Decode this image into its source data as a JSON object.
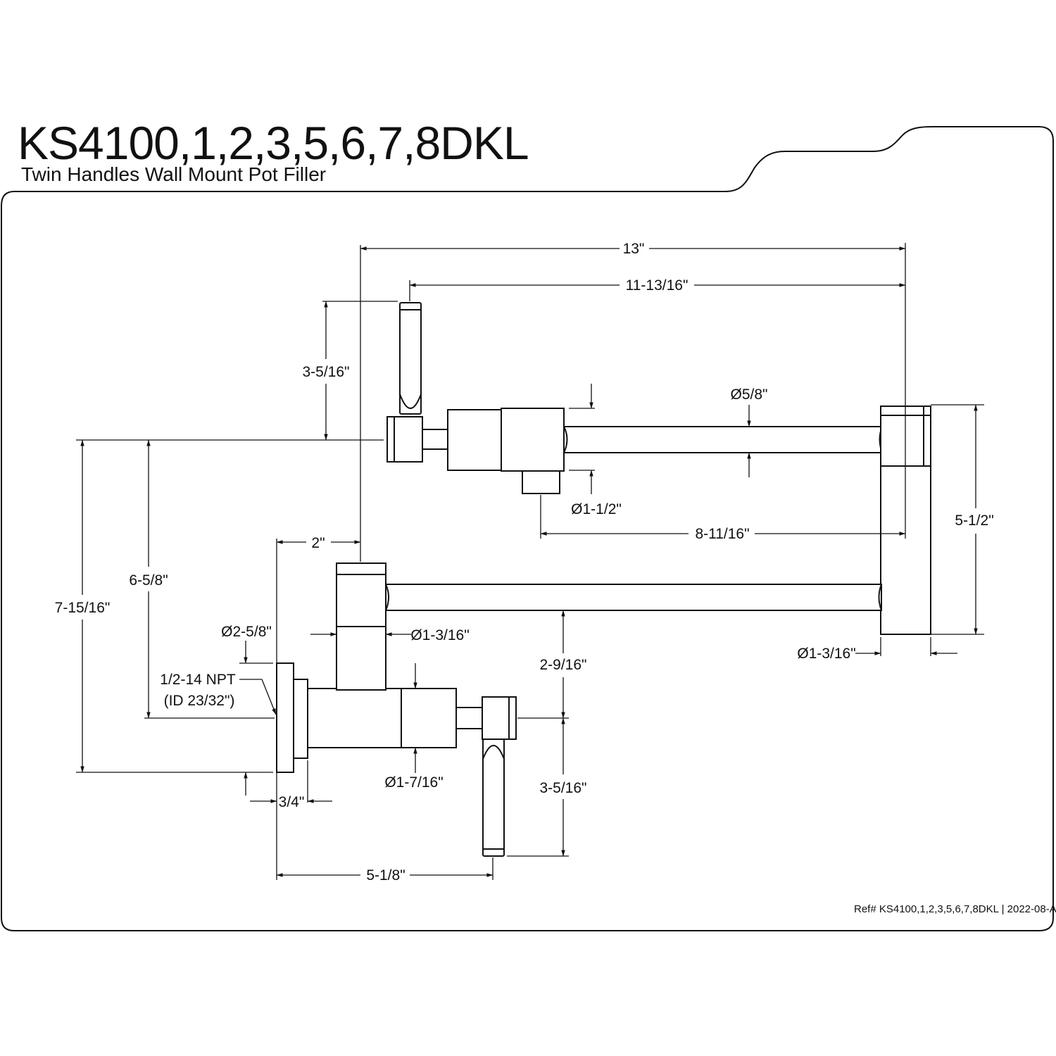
{
  "title": "KS4100,1,2,3,5,6,7,8DKL",
  "subtitle": "Twin Handles Wall Mount Pot Filler",
  "reference": "Ref# KS4100,1,2,3,5,6,7,8DKL | 2022-08-A",
  "dimensions": {
    "overall_length": "13\"",
    "top_arm_length": "11-13/16\"",
    "top_handle_height": "3-5/16\"",
    "upper_pipe_dia": "Ø5/8\"",
    "upper_valve_dia": "Ø1-1/2\"",
    "upper_reach": "8-11/16\"",
    "elbow_height": "5-1/2\"",
    "elbow_dia": "Ø1-3/16\"",
    "wall_offset": "2\"",
    "handle_to_inlet": "6-5/8\"",
    "total_height": "7-15/16\"",
    "flange_dia": "Ø2-5/8\"",
    "inlet_thread": "1/2-14 NPT",
    "inlet_id": "(ID 23/32\")",
    "column_dia": "Ø1-3/16\"",
    "arm_height": "2-9/16\"",
    "body_dia": "Ø1-7/16\"",
    "bottom_handle_height": "3-5/16\"",
    "flange_depth": "3/4\"",
    "wall_to_handle": "5-1/8\""
  }
}
